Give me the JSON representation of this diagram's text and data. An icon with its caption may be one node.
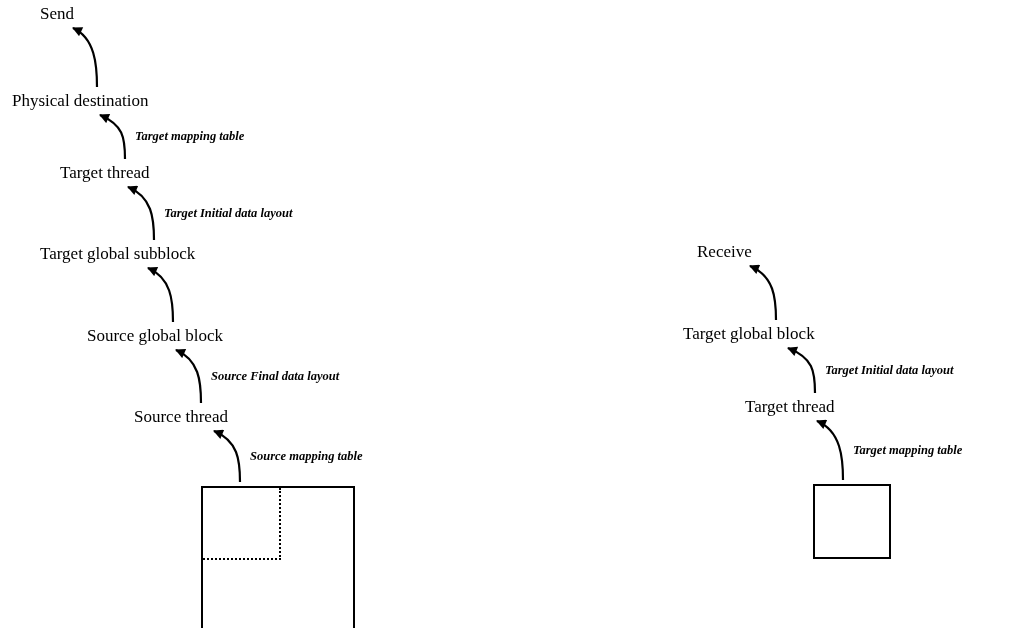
{
  "diagram": {
    "nodes": [
      {
        "text": [
          "Send"
        ]
      },
      {
        "text": [
          "Physical destination"
        ]
      },
      {
        "text": [
          "Target thread"
        ]
      },
      {
        "text": [
          "Target global subblock"
        ]
      },
      {
        "text": [
          "Source global block"
        ]
      },
      {
        "text": [
          "Source thread"
        ]
      },
      {
        "text": [],
        "shape": "box"
      },
      {
        "text": [],
        "shape": "box",
        "in": 6
      },
      {
        "text": [
          "Receive"
        ]
      },
      {
        "text": [
          "Target global block"
        ]
      },
      {
        "text": [
          "Target thread"
        ]
      },
      {
        "text": [],
        "shape": "box"
      }
    ],
    "edges": [
      {
        "from": 1,
        "to": 0,
        "arrow": "to"
      },
      {
        "from": 2,
        "to": 1,
        "arrow": "to",
        "label": "Target mapping table"
      },
      {
        "from": 3,
        "to": 2,
        "arrow": "to",
        "label": "Target Initial data layout"
      },
      {
        "from": 4,
        "to": 3,
        "arrow": "to"
      },
      {
        "from": 5,
        "to": 4,
        "arrow": "to",
        "label": "Source Final data layout"
      },
      {
        "from": 6,
        "to": 5,
        "arrow": "to",
        "label": "Source mapping table"
      },
      {
        "from": 9,
        "to": 8,
        "arrow": "to"
      },
      {
        "from": 10,
        "to": 9,
        "arrow": "to",
        "label": "Target Initial data layout"
      },
      {
        "from": 11,
        "to": 10,
        "arrow": "to",
        "label": "Target mapping table"
      }
    ]
  }
}
